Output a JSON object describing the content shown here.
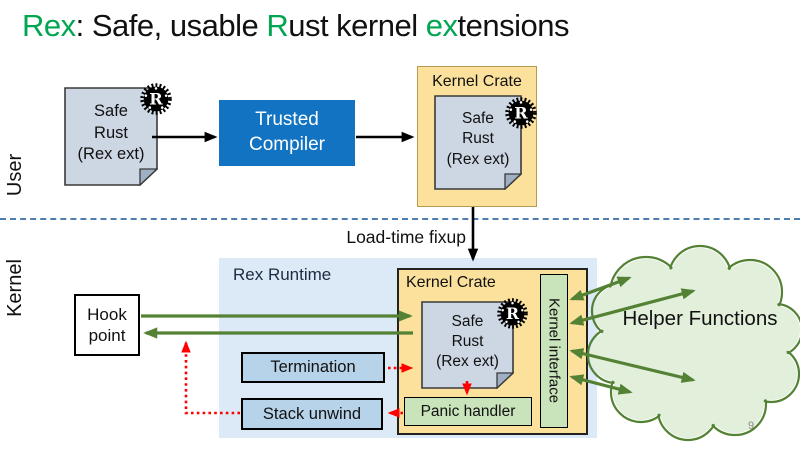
{
  "title": {
    "segments": [
      {
        "text": "Rex",
        "accent": true
      },
      {
        "text": ": Safe, usable ",
        "accent": false
      },
      {
        "text": "R",
        "accent": true
      },
      {
        "text": "ust kernel ",
        "accent": false
      },
      {
        "text": "ex",
        "accent": true
      },
      {
        "text": "tensions",
        "accent": false
      }
    ]
  },
  "side_labels": {
    "user": "User",
    "kernel": "Kernel"
  },
  "user_space": {
    "source_doc": {
      "lines": [
        "Safe",
        "Rust",
        "(Rex ext)"
      ]
    },
    "compiler_label": "Trusted Compiler",
    "kernel_crate": {
      "label": "Kernel Crate",
      "doc": {
        "lines": [
          "Safe",
          "Rust",
          "(Rex ext)"
        ]
      }
    }
  },
  "transition_label": "Load-time fixup",
  "kernel_space": {
    "runtime": {
      "label": "Rex Runtime",
      "termination_label": "Termination",
      "stack_unwind_label": "Stack unwind"
    },
    "hook_point_label": "Hook point",
    "kernel_crate": {
      "label": "Kernel Crate",
      "doc": {
        "lines": [
          "Safe",
          "Rust",
          "(Rex ext)"
        ]
      },
      "panic_handler_label": "Panic handler",
      "kernel_interface_label": "Kernel interface"
    },
    "helper_cloud_label": "Helper Functions"
  },
  "page_number": "9",
  "icons": {
    "rust_logo_letter": "R"
  },
  "colors": {
    "accent_green": "#00A651",
    "compiler_blue": "#1173C2",
    "crate_yellow": "#FBE19B",
    "crate_border_soft": "#B49B52",
    "runtime_blue": "#DCE9F6",
    "inner_box_blue": "#B7D3EA",
    "green_box": "#C9E3BA",
    "cloud_fill": "#E2EFDA",
    "arrow_green": "#548235",
    "arrow_red": "#FF0000",
    "arrow_black": "#000000",
    "divider_blue": "#4E7EB0"
  }
}
